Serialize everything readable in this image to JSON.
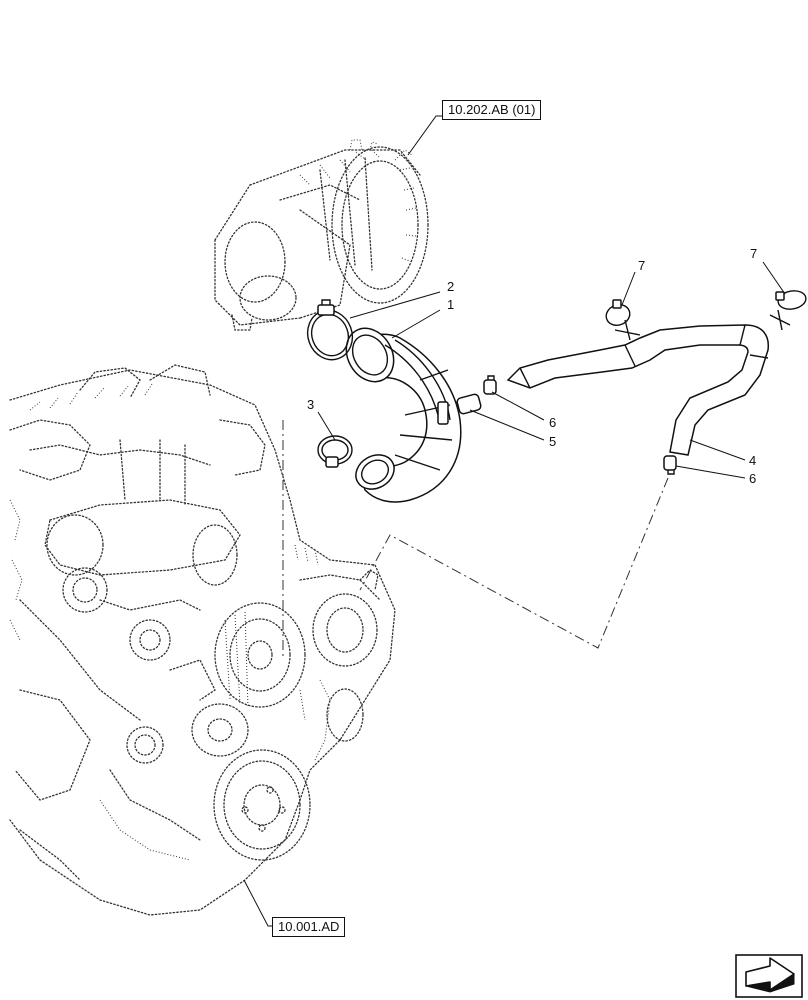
{
  "references": {
    "air_filter_ref": "10.202.AB (01)",
    "engine_ref": "10.001.AD"
  },
  "callouts": {
    "c1": "1",
    "c2": "2",
    "c3": "3",
    "c4": "4",
    "c5": "5",
    "c6a": "6",
    "c6b": "6",
    "c7a": "7",
    "c7b": "7"
  },
  "icons": {
    "navigation": "next-page-arrow-icon"
  }
}
